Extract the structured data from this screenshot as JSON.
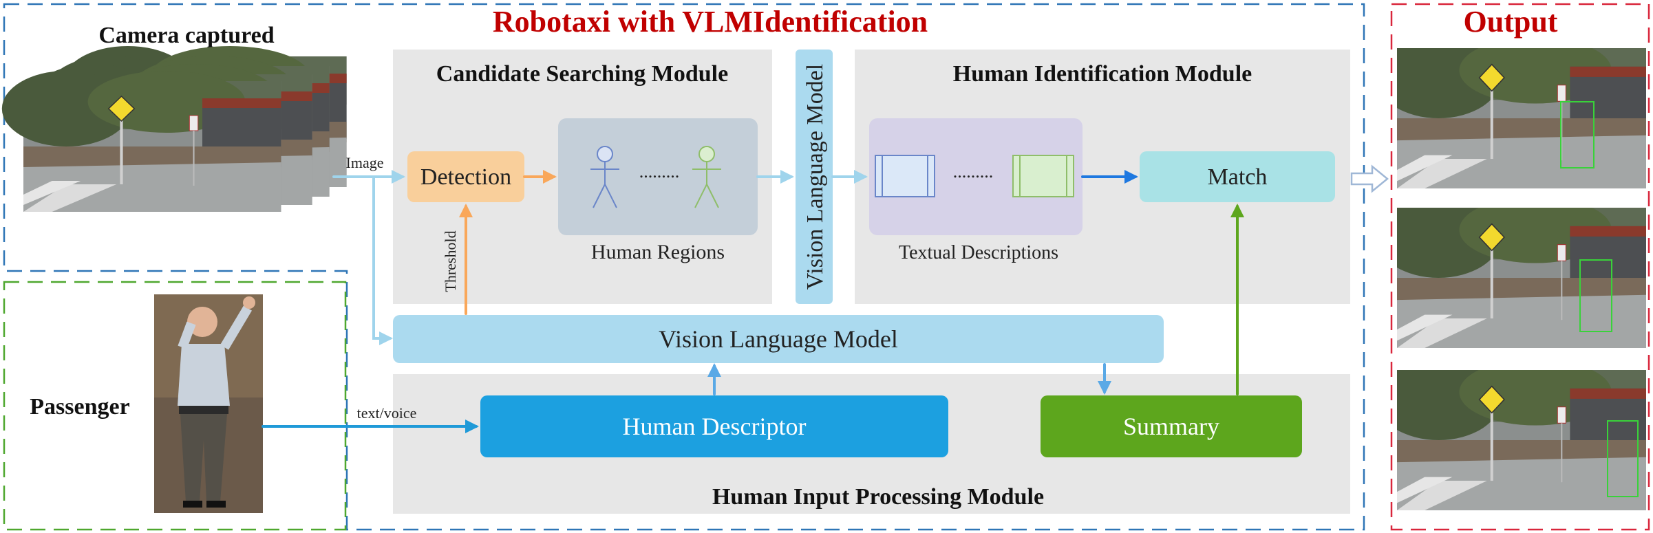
{
  "title": "Robotaxi with VLMIdentification",
  "camera": {
    "label": "Camera captured"
  },
  "passenger": {
    "label": "Passenger"
  },
  "output": {
    "label": "Output"
  },
  "candidate_module": {
    "title": "Candidate Searching Module",
    "detection": "Detection",
    "human_regions": "Human Regions",
    "dots": "........."
  },
  "vertical_vlm": "Vision Language Model",
  "identification_module": {
    "title": "Human Identification Module",
    "textual_descriptions": "Textual Descriptions",
    "dots": ".........",
    "match": "Match"
  },
  "vlm_bar": "Vision Language Model",
  "input_module": {
    "title": "Human Input Processing Module",
    "descriptor": "Human Descriptor",
    "summary": "Summary"
  },
  "arrows": {
    "image": "Image",
    "threshold": "Threshold",
    "text_voice": "text/voice"
  },
  "colors": {
    "title_red": "#c00000",
    "module_gray": "#e7e7e7",
    "detection_orange": "#f9cf9b",
    "orange_arrow": "#f9a75a",
    "regions_slate": "#c4cfd9",
    "text_desc_lavender": "#d6d2e8",
    "light_blue": "#abdaef",
    "match_cyan": "#a9e2e6",
    "descriptor_blue": "#1ca0e0",
    "summary_green": "#5da61d",
    "blue_dash": "#2e75b6",
    "green_dash": "#4ea72e",
    "red_dash": "#d9263b"
  }
}
